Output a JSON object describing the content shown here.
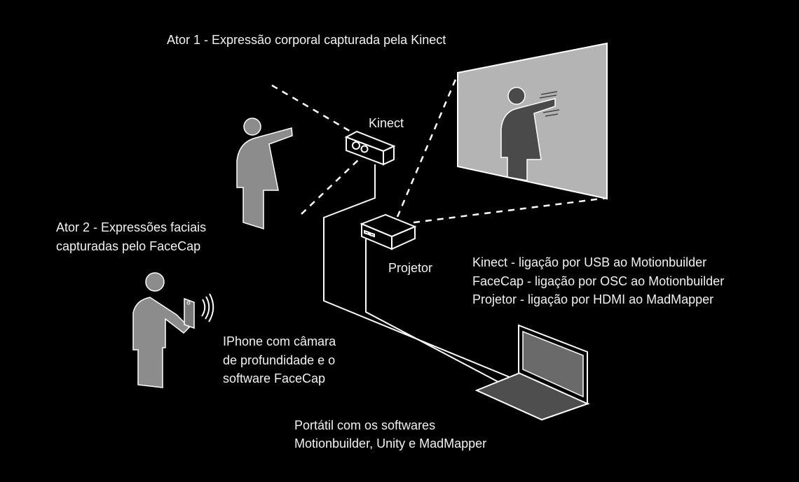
{
  "title": "Ator 1  - Expressão corporal capturada pela Kinect",
  "labels": {
    "kinect": "Kinect",
    "projector": "Projetor"
  },
  "actor2": [
    "Ator 2 - Expressões faciais",
    "capturadas pelo FaceCap"
  ],
  "iphone": [
    "IPhone com câmara",
    "de profundidade e o",
    "software FaceCap"
  ],
  "connections": [
    "Kinect - ligação por USB ao Motionbuilder",
    "FaceCap - ligação por OSC ao Motionbuilder",
    "Projetor - ligação por HDMI ao MadMapper"
  ],
  "laptop": [
    "Portátil com os softwares",
    "Motionbuilder, Unity e MadMapper"
  ],
  "colors": {
    "background": "#000000",
    "figure": "#8c8c8c",
    "screen": "#b4b4b4",
    "screen_figure": "#4a4a4a",
    "laptop_screen": "#6a6a6a",
    "laptop_base": "#4e4e4e"
  }
}
